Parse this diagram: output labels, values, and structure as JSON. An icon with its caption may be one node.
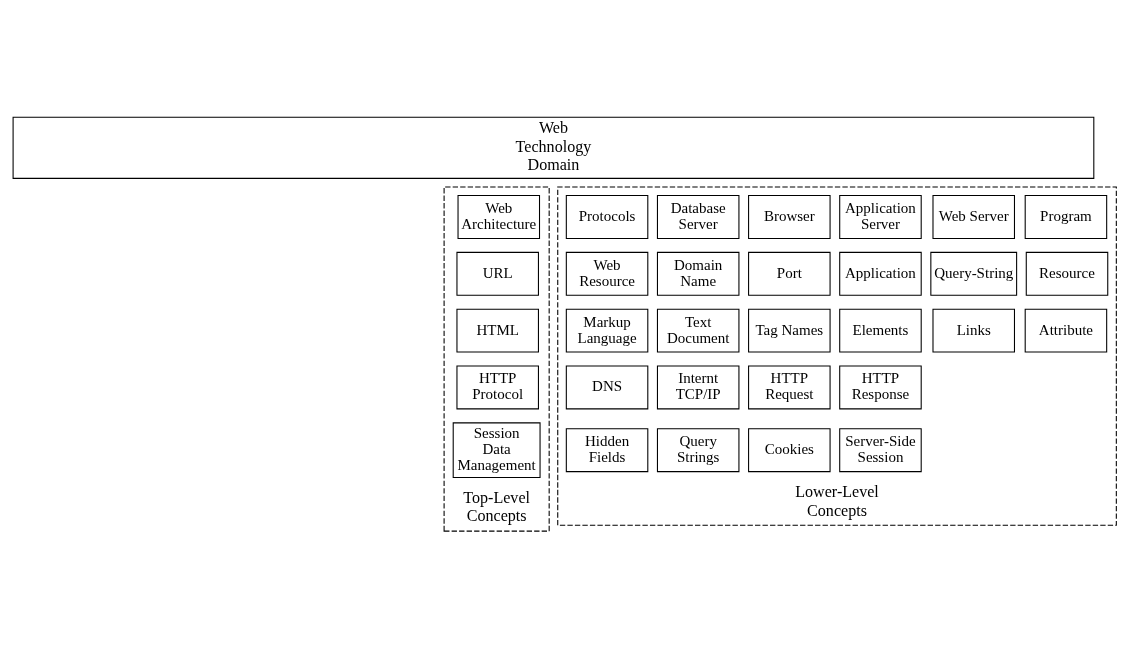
{
  "diagram": {
    "nodes": [
      {
        "text": [
          "Web Technology Domain"
        ]
      },
      {
        "text": [
          "Top-Level Concepts"
        ]
      },
      {
        "text": [
          "Web Architecture"
        ],
        "in": 1
      },
      {
        "text": [
          "URL"
        ],
        "in": 1
      },
      {
        "text": [
          "HTML"
        ],
        "in": 1
      },
      {
        "text": [
          "HTTP Protocol"
        ],
        "in": 1
      },
      {
        "text": [
          "Session Data Management"
        ],
        "in": 1
      },
      {
        "text": [
          "Lower-Level Concepts"
        ]
      },
      {
        "text": [
          "Protocols"
        ],
        "in": 7
      },
      {
        "text": [
          "Database Server"
        ],
        "in": 7
      },
      {
        "text": [
          "Browser"
        ],
        "in": 7
      },
      {
        "text": [
          "Application Server"
        ],
        "in": 7
      },
      {
        "text": [
          "Web Server"
        ],
        "in": 7
      },
      {
        "text": [
          "Program"
        ],
        "in": 7
      },
      {
        "text": [
          "Web Resource"
        ],
        "in": 7
      },
      {
        "text": [
          "Domain Name"
        ],
        "in": 7
      },
      {
        "text": [
          "Port"
        ],
        "in": 7
      },
      {
        "text": [
          "Application"
        ],
        "in": 7
      },
      {
        "text": [
          "Query-String"
        ],
        "in": 7
      },
      {
        "text": [
          "Resource"
        ],
        "in": 7
      },
      {
        "text": [
          "Markup Language"
        ],
        "in": 7
      },
      {
        "text": [
          "Text Document"
        ],
        "in": 7
      },
      {
        "text": [
          "Tag Names"
        ],
        "in": 7
      },
      {
        "text": [
          "Elements"
        ],
        "in": 7
      },
      {
        "text": [
          "Links"
        ],
        "in": 7
      },
      {
        "text": [
          "Attribute"
        ],
        "in": 7
      },
      {
        "text": [
          "DNS"
        ],
        "in": 7
      },
      {
        "text": [
          "Internt TCP/IP"
        ],
        "in": 7
      },
      {
        "text": [
          "HTTP Request"
        ],
        "in": 7
      },
      {
        "text": [
          "HTTP Response"
        ],
        "in": 7
      },
      {
        "text": [
          "Hidden Fields"
        ],
        "in": 7
      },
      {
        "text": [
          "Query Strings"
        ],
        "in": 7
      },
      {
        "text": [
          "Cookies"
        ],
        "in": 7
      },
      {
        "text": [
          "Server-Side Session"
        ],
        "in": 7
      }
    ]
  }
}
